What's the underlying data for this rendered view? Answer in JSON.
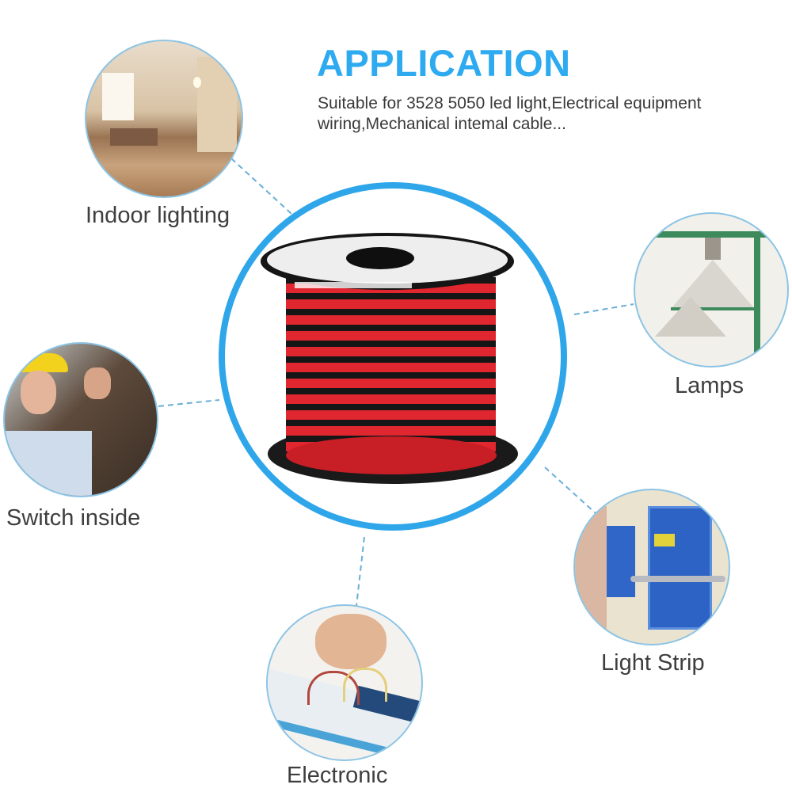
{
  "header": {
    "title": "APPLICATION",
    "subtitle": "Suitable for 3528 5050 led light,Electrical equipment wiring,Mechanical intemal cable..."
  },
  "center": {
    "product": "red-black-2-conductor-wire-spool"
  },
  "applications": [
    {
      "label": "Indoor lighting"
    },
    {
      "label": "Lamps"
    },
    {
      "label": "Switch inside"
    },
    {
      "label": "Light Strip"
    },
    {
      "label": "Electronic"
    }
  ],
  "colors": {
    "accent": "#2eaaf0",
    "ring": "#2fa6ea",
    "connector": "#6aaed6",
    "text": "#3e3e3e",
    "wire_red": "#e0262e",
    "wire_black": "#161616"
  }
}
